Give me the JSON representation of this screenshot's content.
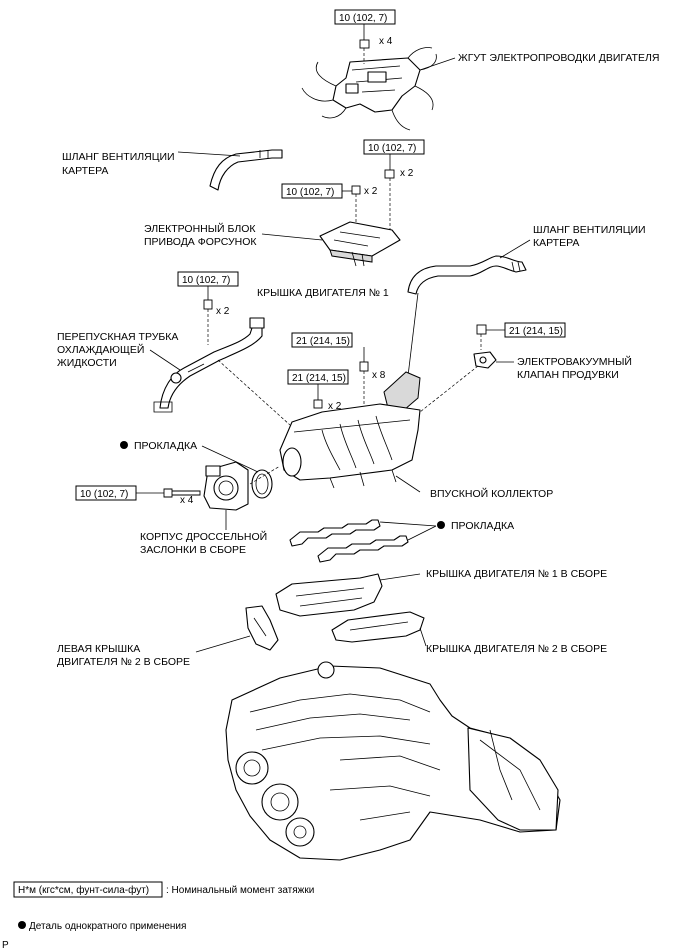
{
  "torque": {
    "t_harness": "10 (102, 7)",
    "t_injector_nut": "10 (102, 7)",
    "t_injector_bolt": "10 (102, 7)",
    "t_coolant_pipe": "10 (102, 7)",
    "t_cover1": "21 (214, 15)",
    "t_manifold": "21 (214, 15)",
    "t_vsv": "21 (214, 15)",
    "t_throttle": "10 (102, 7)"
  },
  "quantities": {
    "q_harness": "x 4",
    "q_injector_nut": "x 2",
    "q_injector_bolt": "x 2",
    "q_coolant_pipe": "x 2",
    "q_cover1": "x 8",
    "q_manifold": "x 2",
    "q_throttle": "x 4"
  },
  "labels": {
    "harness_l1": "ЖГУТ ЭЛЕКТРОПРОВОДКИ ДВИГАТЕЛЯ",
    "vent_hose_left_l1": "ШЛАНГ ВЕНТИЛЯЦИИ",
    "vent_hose_left_l2": "КАРТЕРА",
    "injector_driver_l1": "ЭЛЕКТРОННЫЙ БЛОК",
    "injector_driver_l2": "ПРИВОДА ФОРСУНОК",
    "vent_hose_right_l1": "ШЛАНГ ВЕНТИЛЯЦИИ",
    "vent_hose_right_l2": "КАРТЕРА",
    "engine_cover1": "КРЫШКА ДВИГАТЕЛЯ № 1",
    "bypass_l1": "ПЕРЕПУСКНАЯ ТРУБКА",
    "bypass_l2": "ОХЛАЖДАЮЩЕЙ",
    "bypass_l3": "ЖИДКОСТИ",
    "vsv_l1": "ЭЛЕКТРОВАКУУМНЫЙ",
    "vsv_l2": "КЛАПАН ПРОДУВКИ",
    "gasket_throttle": "ПРОКЛАДКА",
    "intake_manifold": "ВПУСКНОЙ КОЛЛЕКТОР",
    "throttle_l1": "КОРПУС ДРОССЕЛЬНОЙ",
    "throttle_l2": "ЗАСЛОНКИ В СБОРЕ",
    "gasket_manifold": "ПРОКЛАДКА",
    "cover1_assy": "КРЫШКА ДВИГАТЕЛЯ № 1 В СБОРЕ",
    "left_cover2_l1": "ЛЕВАЯ КРЫШКА",
    "left_cover2_l2": "ДВИГАТЕЛЯ № 2 В СБОРЕ",
    "cover2_assy": "КРЫШКА ДВИГАТЕЛЯ № 2 В СБОРЕ"
  },
  "legend": {
    "unit_box": "Н*м (кгс*см, фунт-сила-фут)",
    "unit_desc": ": Номинальный момент затяжки",
    "one_time": "Деталь однократного применения"
  },
  "corner_mark": "P"
}
